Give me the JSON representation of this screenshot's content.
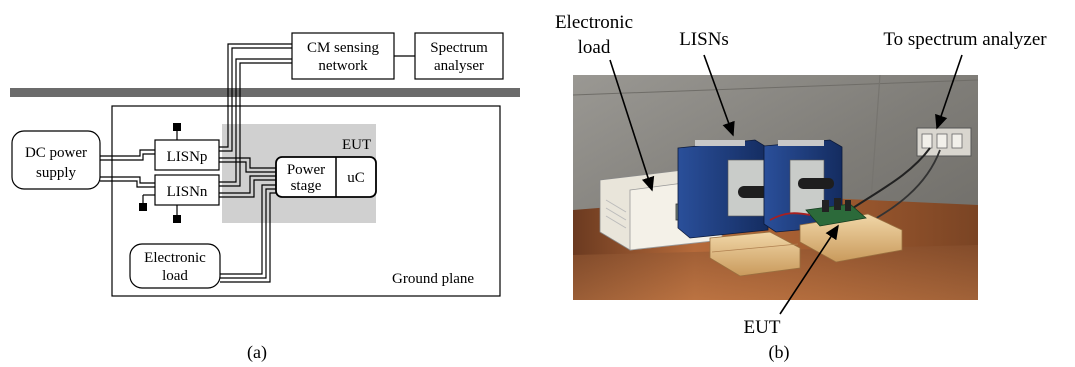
{
  "panel_a": {
    "caption": "(a)",
    "blocks": {
      "cm_sensing": [
        "CM sensing",
        "network"
      ],
      "spectrum": [
        "Spectrum",
        "analyser"
      ],
      "dc_power": [
        "DC power",
        "supply"
      ],
      "lisnp": "LISNp",
      "lisnn": "LISNn",
      "eut_label": "EUT",
      "power_stage": [
        "Power",
        "stage"
      ],
      "uc": "uC",
      "electronic_load": [
        "Electronic",
        "load"
      ],
      "ground_plane": "Ground plane"
    }
  },
  "panel_b": {
    "caption": "(b)",
    "labels": {
      "electronic_load": [
        "Electronic",
        "load"
      ],
      "lisns": "LISNs",
      "to_spectrum": "To spectrum analyzer",
      "eut": "EUT"
    }
  },
  "colors": {
    "eut_zone": "#d0d0d0",
    "bench_bar": "#6b6b6b",
    "copper_table": "#b56a3a",
    "lisn_blue": "#1b3a7a",
    "wall": "#8a8a86",
    "pcb_green": "#2c6a3a"
  }
}
